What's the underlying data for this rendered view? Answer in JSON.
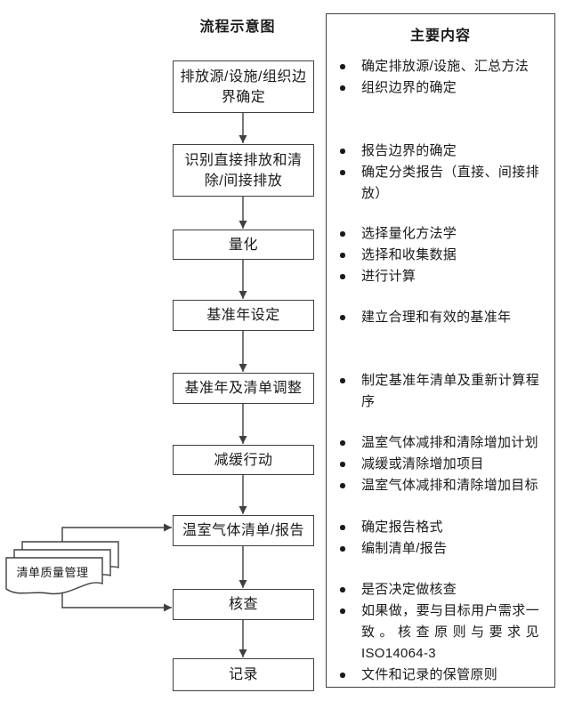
{
  "diagram": {
    "left": {
      "title": "流程示意图",
      "boxes": [
        {
          "label": "排放源/设施/组织边界确定"
        },
        {
          "label": "识别直接排放和清除/间接排放"
        },
        {
          "label": "量化"
        },
        {
          "label": "基准年设定"
        },
        {
          "label": "基准年及清单调整"
        },
        {
          "label": "减缓行动"
        },
        {
          "label": "温室气体清单/报告"
        },
        {
          "label": "核查"
        },
        {
          "label": "记录"
        }
      ],
      "side_document": {
        "label": "清单质量管理"
      }
    },
    "right": {
      "title": "主要内容",
      "groups": [
        {
          "items": [
            "确定排放源/设施、汇总方法",
            "组织边界的确定"
          ]
        },
        {
          "items": [
            "报告边界的确定",
            "确定分类报告（直接、间接排放）"
          ]
        },
        {
          "items": [
            "选择量化方法学",
            "选择和收集数据",
            "进行计算"
          ]
        },
        {
          "items": [
            "建立合理和有效的基准年"
          ]
        },
        {
          "items": [
            "制定基准年清单及重新计算程序"
          ]
        },
        {
          "items": [
            "温室气体减排和清除增加计划",
            "减缓或清除增加项目",
            "温室气体减排和清除增加目标"
          ]
        },
        {
          "items": [
            "确定报告格式",
            "编制清单/报告"
          ]
        },
        {
          "items": [
            "是否决定做核查",
            "如果做，要与目标用户需求一致。核查原则与要求见 ISO14064-3",
            "文件和记录的保管原则"
          ]
        }
      ]
    },
    "colors": {
      "line": "#404040",
      "text": "#1a1a1a",
      "background": "#ffffff"
    }
  }
}
